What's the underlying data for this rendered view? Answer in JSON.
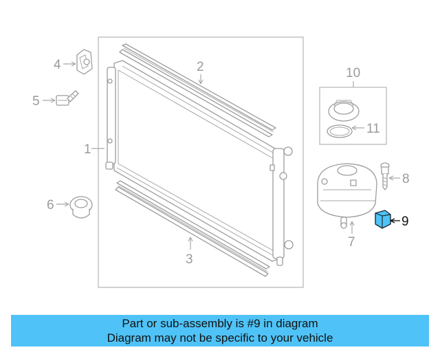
{
  "callouts": {
    "c1": "1",
    "c2": "2",
    "c3": "3",
    "c4": "4",
    "c5": "5",
    "c6": "6",
    "c7": "7",
    "c8": "8",
    "c9": "9",
    "c10": "10",
    "c11": "11"
  },
  "highlight_color": "#4fc3f7",
  "banner": {
    "line1": "Part or sub-assembly is #9 in diagram",
    "line2": "Diagram may not be specific to your vehicle"
  }
}
